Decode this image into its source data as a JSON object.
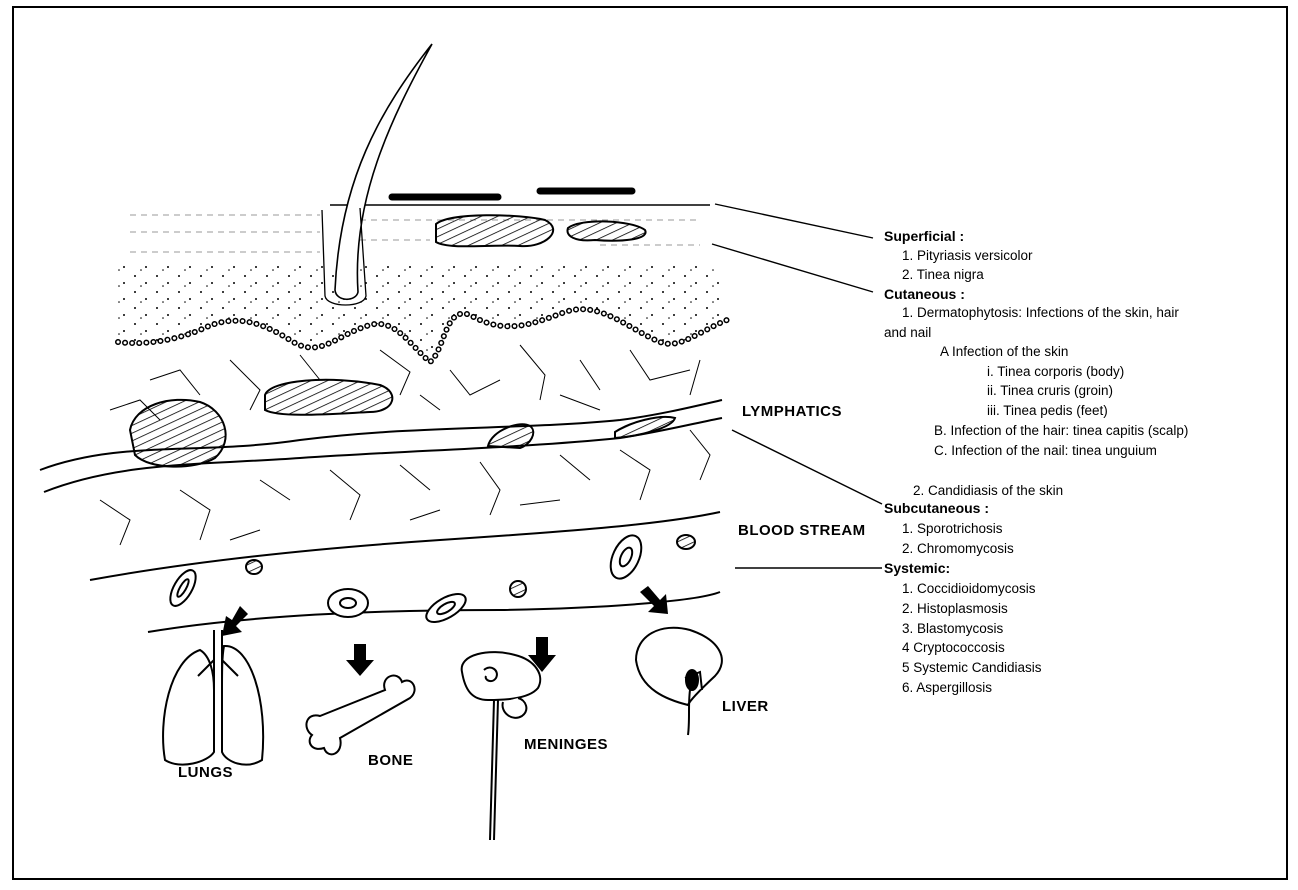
{
  "layers": {
    "lymphatics": "LYMPHATICS",
    "blood_stream": "BLOOD STREAM"
  },
  "organs": {
    "lungs": "LUNGS",
    "bone": "BONE",
    "meninges": "MENINGES",
    "liver": "LIVER"
  },
  "classification": {
    "superficial": {
      "heading": "Superficial",
      "items": [
        "1. Pityriasis versicolor",
        "2. Tinea nigra"
      ]
    },
    "cutaneous": {
      "heading": "Cutaneous",
      "item1_line1": "1. Dermatophytosis: Infections of the skin, hair",
      "item1_line2": "and nail",
      "skin": {
        "heading": "A Infection of the skin",
        "items": [
          "i. Tinea corporis (body)",
          "ii. Tinea cruris (groin)",
          "iii. Tinea pedis (feet)"
        ]
      },
      "hair": "B. Infection of the hair: tinea capitis (scalp)",
      "nail": "C. Infection of the nail: tinea unguium",
      "item2": "2. Candidiasis of the skin"
    },
    "subcutaneous": {
      "heading": "Subcutaneous",
      "items": [
        "1. Sporotrichosis",
        "2. Chromomycosis"
      ]
    },
    "systemic": {
      "heading": "Systemic",
      "items": [
        "1. Coccidioidomycosis",
        "2. Histoplasmosis",
        "3. Blastomycosis",
        "4 Cryptococcosis",
        "5 Systemic Candidiasis",
        "6. Aspergillosis"
      ]
    }
  }
}
